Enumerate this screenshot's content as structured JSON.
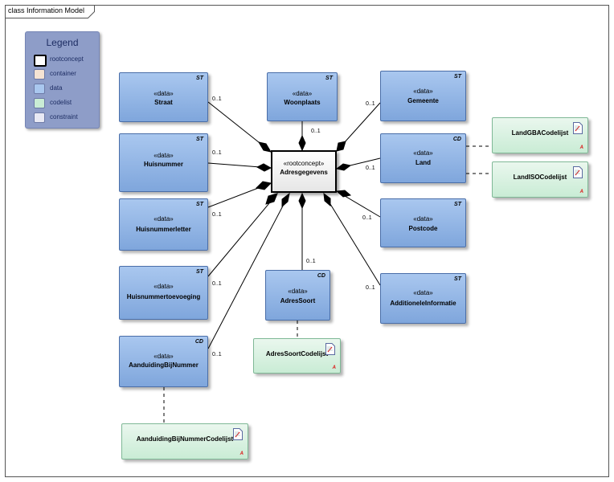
{
  "frame": {
    "title": "class Information Model"
  },
  "legend": {
    "title": "Legend",
    "items": [
      {
        "label": "rootconcept",
        "color": "#ffffff",
        "border": "#000000"
      },
      {
        "label": "container",
        "color": "#f5e3d3",
        "border": "#6d7aa6"
      },
      {
        "label": "data",
        "color": "#a9c7ef",
        "border": "#6d7aa6"
      },
      {
        "label": "codelist",
        "color": "#c9ecd5",
        "border": "#6d7aa6"
      },
      {
        "label": "constraint",
        "color": "#e8e9f4",
        "border": "#6d7aa6"
      }
    ]
  },
  "root": {
    "stereotype": "«rootconcept»",
    "name": "Adresgegevens"
  },
  "classes": {
    "straat": {
      "stereotype": "«data»",
      "name": "Straat",
      "tag": "ST",
      "multiplicity": "0..1"
    },
    "huisnummer": {
      "stereotype": "«data»",
      "name": "Huisnummer",
      "tag": "ST",
      "multiplicity": "0..1"
    },
    "huisnummerletter": {
      "stereotype": "«data»",
      "name": "Huisnummerletter",
      "tag": "ST",
      "multiplicity": "0..1"
    },
    "huisnummertoevoeging": {
      "stereotype": "«data»",
      "name": "Huisnummertoevoeging",
      "tag": "ST",
      "multiplicity": "0..1"
    },
    "aanduiding": {
      "stereotype": "«data»",
      "name": "AanduidingBijNummer",
      "tag": "CD",
      "multiplicity": "0..1"
    },
    "woonplaats": {
      "stereotype": "«data»",
      "name": "Woonplaats",
      "tag": "ST",
      "multiplicity": "0..1"
    },
    "adressoort": {
      "stereotype": "«data»",
      "name": "AdresSoort",
      "tag": "CD",
      "multiplicity": "0..1"
    },
    "gemeente": {
      "stereotype": "«data»",
      "name": "Gemeente",
      "tag": "ST",
      "multiplicity": "0..1"
    },
    "land": {
      "stereotype": "«data»",
      "name": "Land",
      "tag": "CD",
      "multiplicity": "0..1"
    },
    "postcode": {
      "stereotype": "«data»",
      "name": "Postcode",
      "tag": "ST",
      "multiplicity": "0..1"
    },
    "additionele": {
      "stereotype": "«data»",
      "name": "AdditioneleInformatie",
      "tag": "ST",
      "multiplicity": "0..1"
    }
  },
  "codelists": {
    "landgba": {
      "name": "LandGBACodelijst"
    },
    "landiso": {
      "name": "LandISOCodelijst"
    },
    "adressoort": {
      "name": "AdresSoortCodelijst"
    },
    "aanduiding": {
      "name": "AanduidingBijNummerCodelijst"
    }
  }
}
